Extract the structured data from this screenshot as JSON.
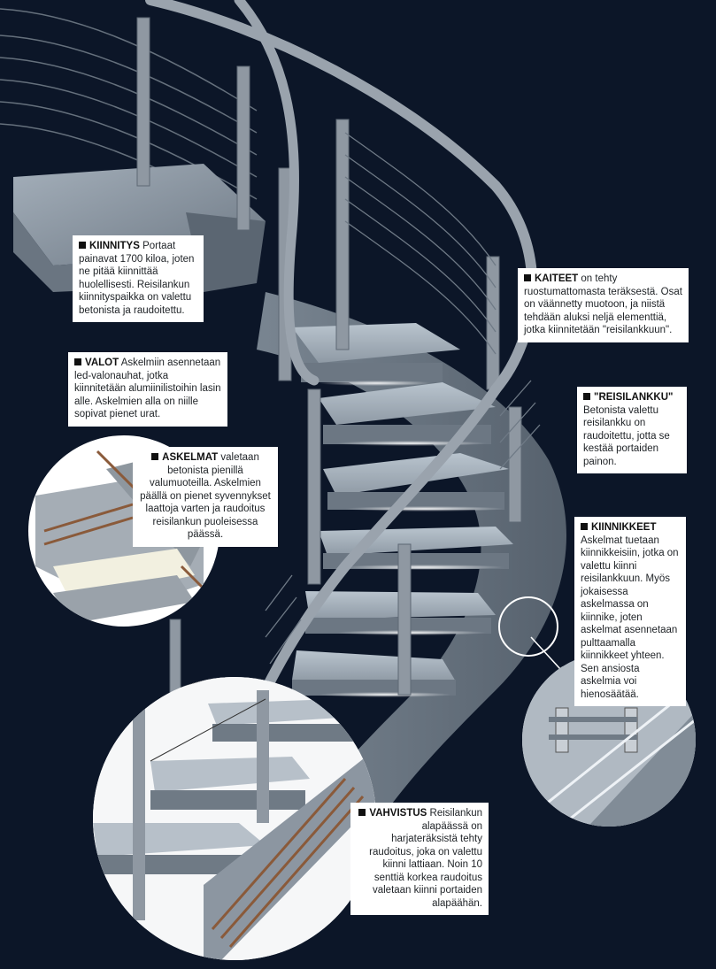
{
  "colors": {
    "background": "#0c1628",
    "concrete": "#8a96a3",
    "steel": "#8f98a2",
    "led_glow": "#f4f7fb",
    "rebar": "#8a5a3a",
    "label_bg": "#ffffff"
  },
  "labels": {
    "kiinnitys": {
      "title": "KIINNITYS",
      "body": "Portaat painavat 1700 kiloa, joten ne pitää kiinnittää huolellisesti. Reisilankun kiinnityspaikka on valettu betonista ja raudoitettu."
    },
    "kaiteet": {
      "title": "KAITEET",
      "body": "on tehty ruostumattomasta teräksestä. Osat on väännetty muotoon, ja niistä tehdään aluksi neljä elementtiä, jotka kiinnitetään \"reisilankkuun\"."
    },
    "valot": {
      "title": "VALOT",
      "body": "Askelmiin asennetaan led-valonauhat, jotka kiinnitetään alumiinilistoihin lasin alle. Askelmien alla on niille sopivat pienet urat."
    },
    "reisilankku": {
      "title": "\"REISILANKKU\"",
      "body": "Betonista valettu reisilankku on raudoitettu, jotta se kestää portaiden painon."
    },
    "askelmat": {
      "title": "ASKELMAT",
      "body": "valetaan betonista pienillä valumuoteilla. Askelmien päällä on pienet syvennykset laattoja varten ja raudoitus reisilankun puoleisessa päässä."
    },
    "kiinnikkeet": {
      "title": "KIINNIKKEET",
      "body": "Askelmat tuetaan kiinnikkeisiin, jotka on valettu kiinni reisilankkuun. Myös jokaisessa askelmassa on kiinnike, joten askelmat asennetaan pulttaamalla kiinnikkeet yhteen. Sen ansiosta askelmia voi hienosäätää."
    },
    "vahvistus": {
      "title": "VAHVISTUS",
      "body": "Reisilankun alapäässä on harjateräksistä tehty raudoitus, joka on valettu kiinni lattiaan. Noin 10 senttiä korkea raudoitus valetaan kiinni portaiden alapäähän."
    }
  }
}
